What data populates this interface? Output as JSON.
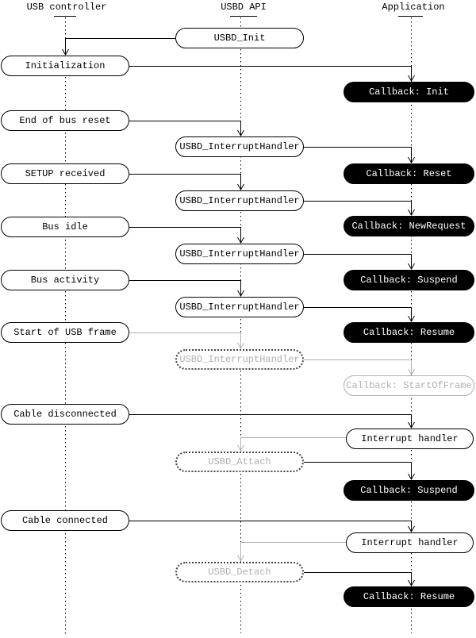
{
  "diagram": {
    "title_hint": "USB device stack call sequence",
    "columns": [
      {
        "label": "USB controller"
      },
      {
        "label": "USBD API"
      },
      {
        "label": "Application"
      }
    ],
    "colors": {
      "line": "#000000",
      "muted": "#b0b0b0",
      "callback_bg": "#000000",
      "callback_fg": "#ffffff",
      "box_bg": "#ffffff"
    },
    "nodes": [
      {
        "label": "USBD_Init",
        "column": "USBD API",
        "kind": "api-call",
        "muted": false
      },
      {
        "label": "Initialization",
        "column": "USB controller",
        "kind": "event",
        "muted": false
      },
      {
        "label": "Callback: Init",
        "column": "Application",
        "kind": "callback",
        "muted": false
      },
      {
        "label": "End of bus reset",
        "column": "USB controller",
        "kind": "event",
        "muted": false
      },
      {
        "label": "USBD_InterruptHandler",
        "column": "USBD API",
        "kind": "api-call",
        "muted": false
      },
      {
        "label": "SETUP received",
        "column": "USB controller",
        "kind": "event",
        "muted": false
      },
      {
        "label": "Callback: Reset",
        "column": "Application",
        "kind": "callback",
        "muted": false
      },
      {
        "label": "USBD_InterruptHandler",
        "column": "USBD API",
        "kind": "api-call",
        "muted": false
      },
      {
        "label": "Bus idle",
        "column": "USB controller",
        "kind": "event",
        "muted": false
      },
      {
        "label": "Callback: NewRequest",
        "column": "Application",
        "kind": "callback",
        "muted": false
      },
      {
        "label": "USBD_InterruptHandler",
        "column": "USBD API",
        "kind": "api-call",
        "muted": false
      },
      {
        "label": "Bus activity",
        "column": "USB controller",
        "kind": "event",
        "muted": false
      },
      {
        "label": "Callback: Suspend",
        "column": "Application",
        "kind": "callback",
        "muted": false
      },
      {
        "label": "USBD_InterruptHandler",
        "column": "USBD API",
        "kind": "api-call",
        "muted": false
      },
      {
        "label": "Start of USB frame",
        "column": "USB controller",
        "kind": "event",
        "muted": false
      },
      {
        "label": "Callback: Resume",
        "column": "Application",
        "kind": "callback",
        "muted": false
      },
      {
        "label": "USBD_InterruptHandler",
        "column": "USBD API",
        "kind": "api-call",
        "muted": true
      },
      {
        "label": "Callback: StartOfFrame",
        "column": "Application",
        "kind": "callback",
        "muted": true
      },
      {
        "label": "Cable disconnected",
        "column": "USB controller",
        "kind": "event",
        "muted": false
      },
      {
        "label": "Interrupt handler",
        "column": "Application",
        "kind": "handler",
        "muted": false
      },
      {
        "label": "USBD_Attach",
        "column": "USBD API",
        "kind": "api-call",
        "muted": true
      },
      {
        "label": "Callback: Suspend",
        "column": "Application",
        "kind": "callback",
        "muted": false
      },
      {
        "label": "Cable connected",
        "column": "USB controller",
        "kind": "event",
        "muted": false
      },
      {
        "label": "Interrupt handler",
        "column": "Application",
        "kind": "handler",
        "muted": false
      },
      {
        "label": "USBD_Detach",
        "column": "USBD API",
        "kind": "api-call",
        "muted": true
      },
      {
        "label": "Callback: Resume",
        "column": "Application",
        "kind": "callback",
        "muted": false
      }
    ],
    "flows": [
      {
        "from": "USBD_Init",
        "to": "Initialization",
        "muted": false
      },
      {
        "from": "Initialization",
        "to": "Callback: Init",
        "muted": false
      },
      {
        "from": "End of bus reset",
        "to": "USBD_InterruptHandler",
        "muted": false
      },
      {
        "from": "USBD_InterruptHandler",
        "to": "Callback: Reset",
        "muted": false
      },
      {
        "from": "SETUP received",
        "to": "USBD_InterruptHandler",
        "muted": false
      },
      {
        "from": "USBD_InterruptHandler",
        "to": "Callback: NewRequest",
        "muted": false
      },
      {
        "from": "Bus idle",
        "to": "USBD_InterruptHandler",
        "muted": false
      },
      {
        "from": "USBD_InterruptHandler",
        "to": "Callback: Suspend",
        "muted": false
      },
      {
        "from": "Bus activity",
        "to": "USBD_InterruptHandler",
        "muted": false
      },
      {
        "from": "USBD_InterruptHandler",
        "to": "Callback: Resume",
        "muted": false
      },
      {
        "from": "Start of USB frame",
        "to": "USBD_InterruptHandler",
        "muted": true
      },
      {
        "from": "USBD_InterruptHandler",
        "to": "Callback: StartOfFrame",
        "muted": true
      },
      {
        "from": "Cable disconnected",
        "to": "Interrupt handler",
        "muted": false
      },
      {
        "from": "Interrupt handler",
        "to": "USBD_Attach",
        "muted": true
      },
      {
        "from": "USBD_Attach",
        "to": "Callback: Suspend",
        "muted": false
      },
      {
        "from": "Cable connected",
        "to": "Interrupt handler",
        "muted": false
      },
      {
        "from": "Interrupt handler",
        "to": "USBD_Detach",
        "muted": true
      },
      {
        "from": "USBD_Detach",
        "to": "Callback: Resume",
        "muted": false
      }
    ]
  }
}
